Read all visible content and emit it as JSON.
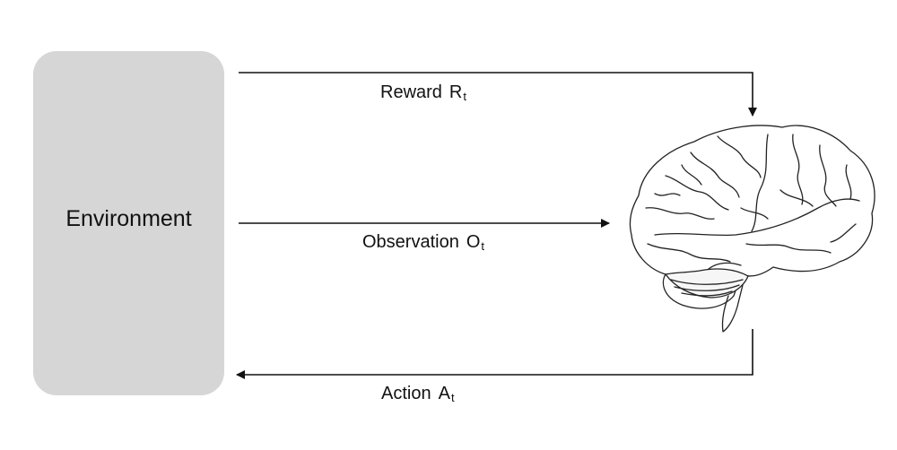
{
  "environment": {
    "label": "Environment"
  },
  "agent": {
    "icon": "brain-icon"
  },
  "edges": {
    "reward": {
      "label": "Reward",
      "symbol": "R",
      "subscript": "t"
    },
    "observation": {
      "label": "Observation",
      "symbol": "O",
      "subscript": "t"
    },
    "action": {
      "label": "Action",
      "symbol": "A",
      "subscript": "t"
    }
  },
  "colors": {
    "box_fill": "#d6d6d6",
    "line": "#111111"
  }
}
